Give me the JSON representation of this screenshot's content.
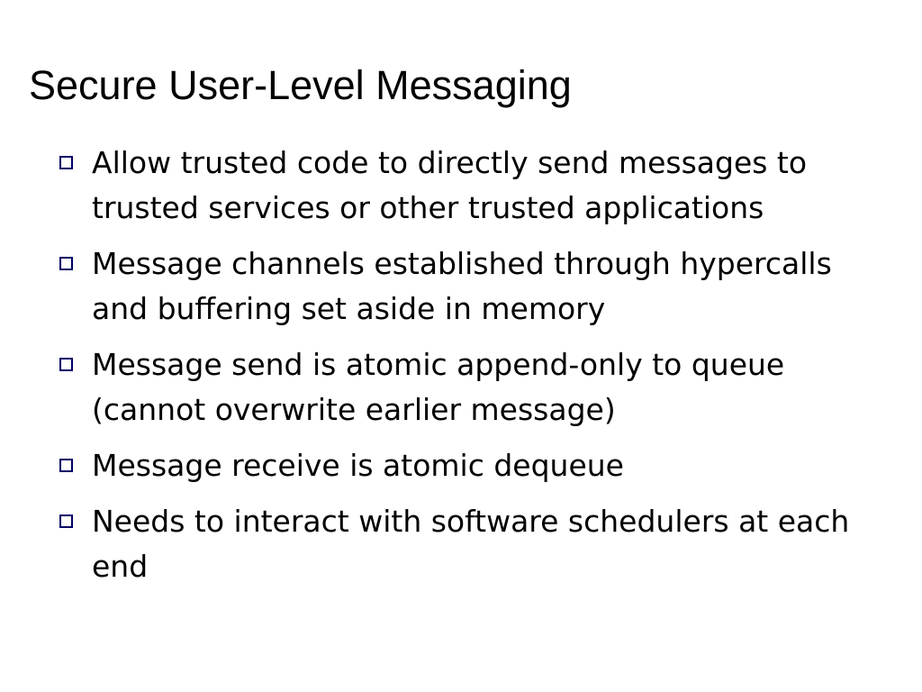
{
  "slide": {
    "title": "Secure User-Level Messaging",
    "bullets": [
      "Allow trusted code to directly send messages to trusted services or other trusted applications",
      "Message channels established through hypercalls and buffering set aside in memory",
      "Message send is atomic append-only to queue (cannot overwrite earlier message)",
      "Message receive is atomic dequeue",
      "Needs to interact with software schedulers at each end"
    ]
  },
  "colors": {
    "bullet_marker": "#000066",
    "text": "#000000",
    "background": "#ffffff"
  },
  "icons": {
    "bullet": "hollow-square-icon"
  }
}
